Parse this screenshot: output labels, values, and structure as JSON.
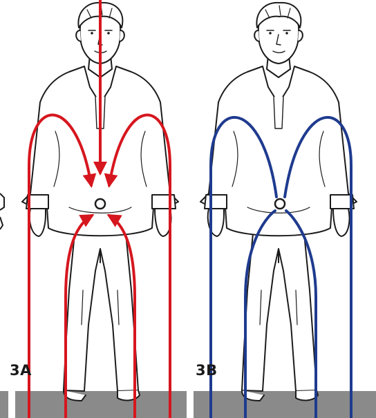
{
  "panels": [
    {
      "id": "3A",
      "label": "3A",
      "line_color": "#d6161e"
    },
    {
      "id": "3B",
      "label": "3B",
      "line_color": "#1f3b8f"
    }
  ],
  "colors": {
    "ground": "#8a8a8a",
    "outline": "#1b1b1b",
    "skin_shadow": "#d9d9d9"
  }
}
